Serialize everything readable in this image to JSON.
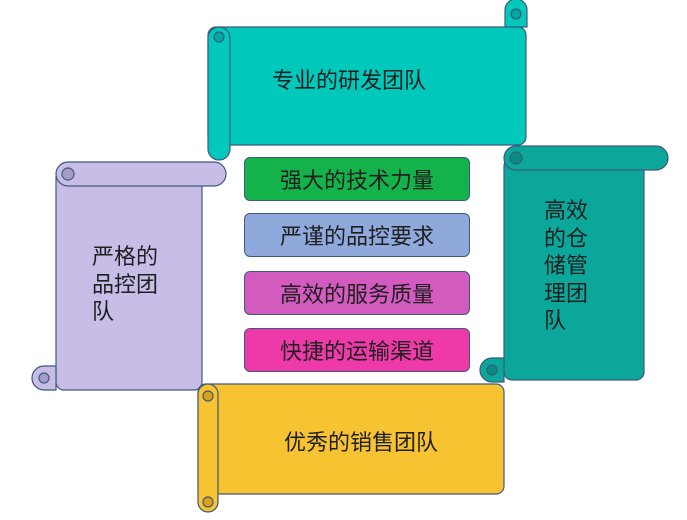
{
  "colors": {
    "top": "#00c9bc",
    "right": "#0aa79a",
    "left": "#c8bde6",
    "bottom": "#f8c330",
    "stroke": "#3e5a80"
  },
  "scrolls": {
    "top": {
      "text": "专业的研发团队"
    },
    "right": {
      "text": "高效的仓储管理团队"
    },
    "left": {
      "text": "严格的品控团队"
    },
    "bottom": {
      "text": "优秀的销售团队"
    }
  },
  "center": [
    {
      "text": "强大的技术力量",
      "color": "#14b24a"
    },
    {
      "text": "严谨的品控要求",
      "color": "#8fa9dc"
    },
    {
      "text": "高效的服务质量",
      "color": "#d35bbf"
    },
    {
      "text": "快捷的运输渠道",
      "color": "#ee3aa8"
    }
  ]
}
